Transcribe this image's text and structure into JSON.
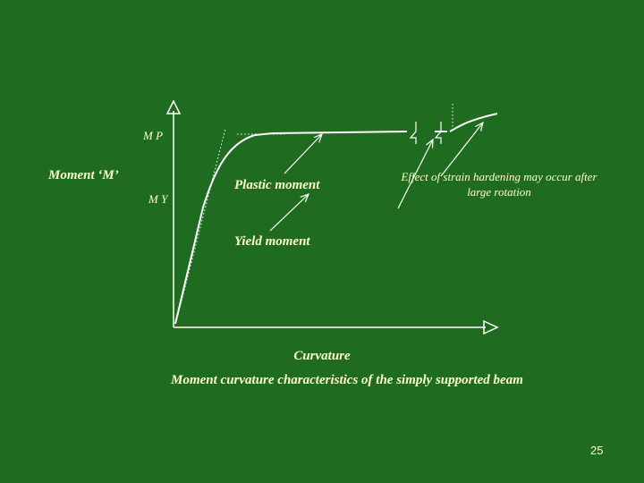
{
  "diagram": {
    "y_axis_label": "Moment ‘M’",
    "mp_label": "M P",
    "my_label": "M Y",
    "plastic_moment": "Plastic moment",
    "yield_moment": "Yield moment",
    "strain_hardening_note": "Effect of strain hardening may occur after large rotation",
    "x_axis_label": "Curvature",
    "caption": "Moment curvature characteristics of the simply supported beam"
  },
  "page_number": "25",
  "colors": {
    "background": "#1f6b1f",
    "text": "#ffffcc",
    "lines": "#ffffff"
  }
}
